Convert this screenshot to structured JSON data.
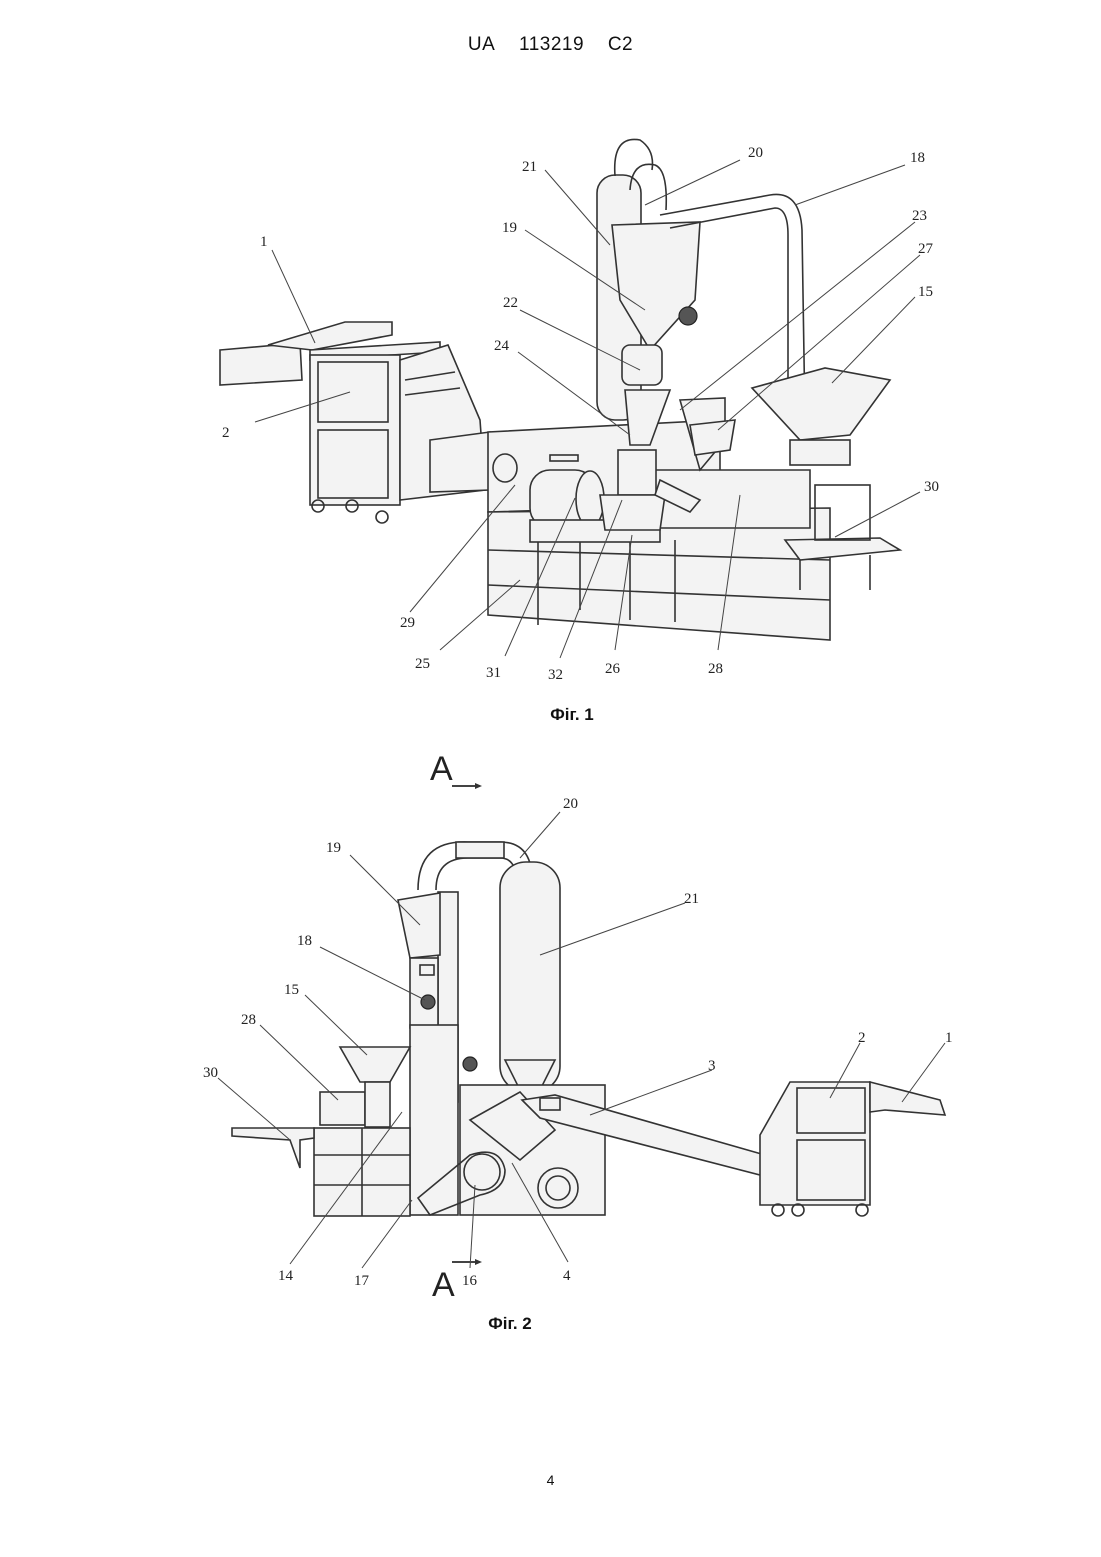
{
  "header": {
    "country": "UA",
    "number": "113219",
    "kind": "C2"
  },
  "figures": [
    {
      "caption": "Фіг. 1",
      "callouts": [
        "1",
        "2",
        "15",
        "18",
        "19",
        "20",
        "21",
        "22",
        "23",
        "24",
        "25",
        "26",
        "27",
        "28",
        "29",
        "30",
        "31",
        "32"
      ]
    },
    {
      "caption": "Фіг. 2",
      "callouts": [
        "1",
        "2",
        "3",
        "4",
        "14",
        "15",
        "16",
        "17",
        "18",
        "19",
        "20",
        "21",
        "28",
        "30"
      ],
      "section_marks": [
        "A",
        "A"
      ]
    }
  ],
  "page_number": "4"
}
